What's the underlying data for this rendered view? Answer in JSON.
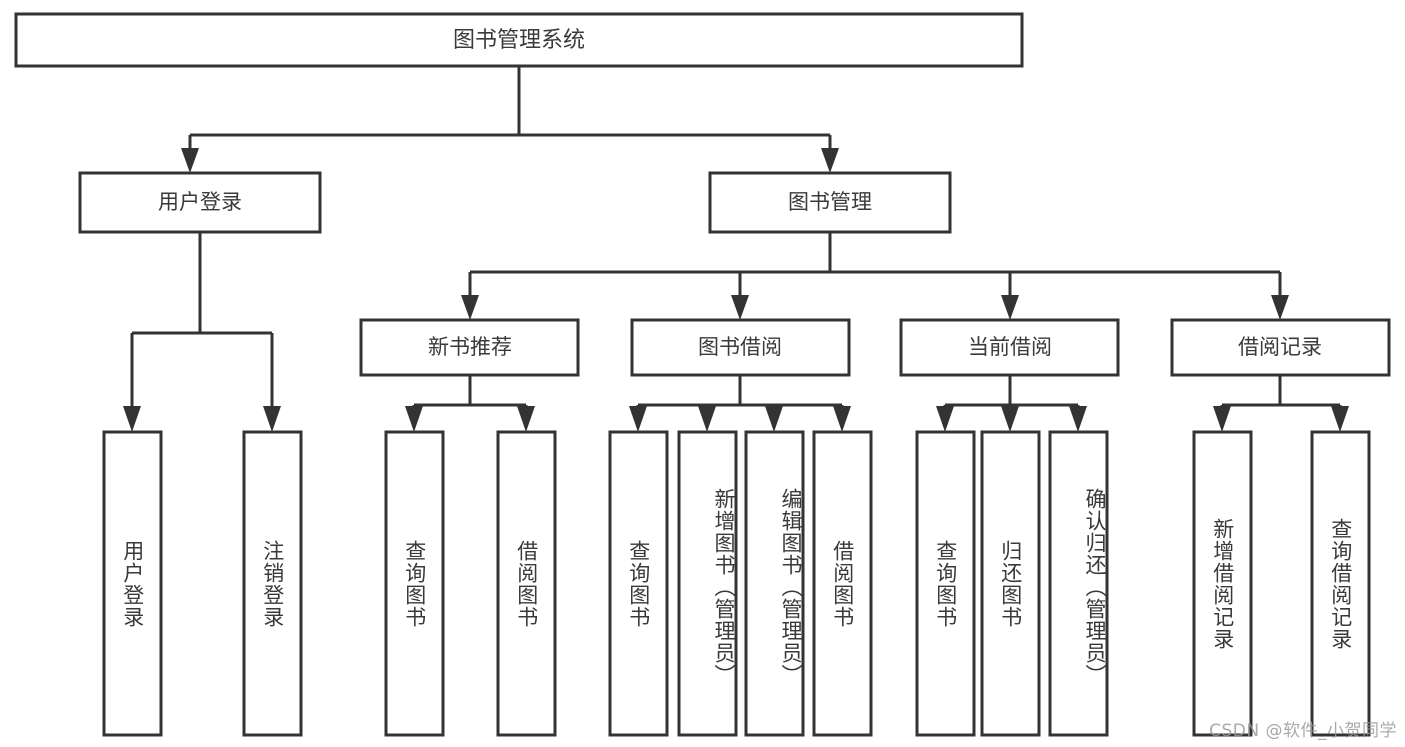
{
  "diagram": {
    "type": "tree",
    "title": "图书管理系统",
    "orientation": "top-down",
    "colors": {
      "box_stroke": "#333333",
      "box_fill": "#ffffff",
      "text": "#3a3a3a",
      "background": "#ffffff",
      "watermark": "#9b9b9b"
    },
    "root": {
      "label": "图书管理系统",
      "children": [
        {
          "label": "用户登录",
          "children": [
            {
              "label": "用户登录"
            },
            {
              "label": "注销登录"
            }
          ]
        },
        {
          "label": "图书管理",
          "children": [
            {
              "label": "新书推荐",
              "children": [
                {
                  "label": "查询图书"
                },
                {
                  "label": "借阅图书"
                }
              ]
            },
            {
              "label": "图书借阅",
              "children": [
                {
                  "label": "查询图书"
                },
                {
                  "label": "新增图书（管理员）"
                },
                {
                  "label": "编辑图书（管理员）"
                },
                {
                  "label": "借阅图书"
                }
              ]
            },
            {
              "label": "当前借阅",
              "children": [
                {
                  "label": "查询图书"
                },
                {
                  "label": "归还图书"
                },
                {
                  "label": "确认归还（管理员）"
                }
              ]
            },
            {
              "label": "借阅记录",
              "children": [
                {
                  "label": "新增借阅记录"
                },
                {
                  "label": "查询借阅记录"
                }
              ]
            }
          ]
        }
      ]
    }
  },
  "nodes": {
    "root": "图书管理系统",
    "l1": {
      "user_login": "用户登录",
      "book_manage": "图书管理"
    },
    "l2": {
      "new_book_rec": "新书推荐",
      "book_borrow": "图书借阅",
      "current_borrow": "当前借阅",
      "borrow_record": "借阅记录"
    },
    "leaves": {
      "user_login_1": "用户登录",
      "user_login_2": "注销登录",
      "new_book_1": "查询图书",
      "new_book_2": "借阅图书",
      "borrow_1": "查询图书",
      "borrow_2": "新增图书（管理员）",
      "borrow_3": "编辑图书（管理员）",
      "borrow_4": "借阅图书",
      "current_1": "查询图书",
      "current_2": "归还图书",
      "current_3": "确认归还（管理员）",
      "record_1": "新增借阅记录",
      "record_2": "查询借阅记录"
    }
  },
  "watermark": {
    "text": "CSDN @软件_小贺同学"
  }
}
